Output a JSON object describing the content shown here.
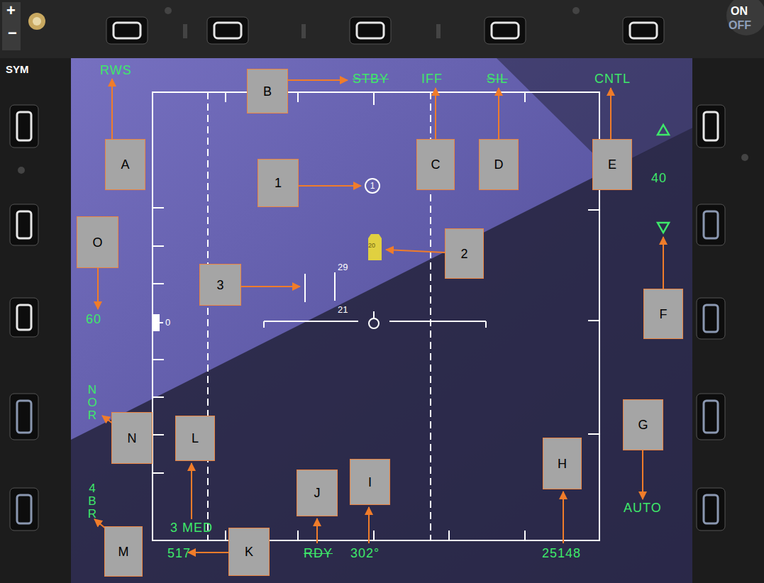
{
  "diagram": {
    "nodes": [
      {
        "text": [
          "B"
        ]
      },
      {
        "text": [
          "A"
        ]
      },
      {
        "text": [
          "C"
        ]
      },
      {
        "text": [
          "D"
        ]
      },
      {
        "text": [
          "E"
        ]
      },
      {
        "text": [
          "1"
        ]
      },
      {
        "text": [
          "1"
        ]
      },
      {
        "text": [
          "O"
        ]
      },
      {
        "text": [
          "2"
        ]
      },
      {
        "text": [
          "3"
        ]
      },
      {
        "text": [
          "F"
        ]
      },
      {
        "text": [
          "G"
        ]
      },
      {
        "text": [
          "N"
        ]
      },
      {
        "text": [
          "L"
        ]
      },
      {
        "text": [
          "H"
        ]
      },
      {
        "text": [
          "I"
        ]
      },
      {
        "text": [
          "J"
        ]
      },
      {
        "text": [
          "M"
        ]
      },
      {
        "text": [
          "K"
        ]
      }
    ],
    "labels": [
      "+",
      "−",
      "SYM",
      "ON",
      "OFF",
      "RWS",
      "STBY",
      "IFF",
      "SIL",
      "CNTL",
      "40",
      "60",
      "0",
      "29",
      "20",
      "21",
      "N O R",
      "3 MED",
      "4 B R",
      "517",
      "RDY",
      "302°",
      "25148",
      "AUTO"
    ]
  }
}
